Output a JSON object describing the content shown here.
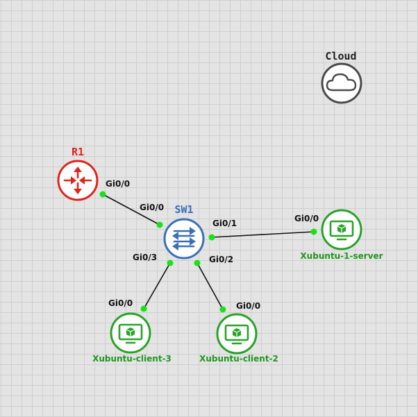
{
  "colors": {
    "router": "#e0241b",
    "switch": "#3a6fb8",
    "host": "#27a327",
    "cloud": "#4a4a4a",
    "port_dot": "#17e317",
    "link": "#111111"
  },
  "nodes": {
    "r1": {
      "name": "R1",
      "icon": "router-icon"
    },
    "sw1": {
      "name": "SW1",
      "icon": "switch-icon"
    },
    "cloud": {
      "name": "Cloud",
      "icon": "cloud-icon"
    },
    "server": {
      "name": "Xubuntu-1-server",
      "icon": "monitor-icon"
    },
    "client3": {
      "name": "Xubuntu-client-3",
      "icon": "monitor-icon"
    },
    "client2": {
      "name": "Xubuntu-client-2",
      "icon": "monitor-icon"
    }
  },
  "links": [
    {
      "id": "r1-sw1",
      "a_port": "Gi0/0",
      "b_port": "Gi0/0"
    },
    {
      "id": "sw1-server",
      "a_port": "Gi0/1",
      "b_port": "Gi0/0"
    },
    {
      "id": "sw1-client3",
      "a_port": "Gi0/3",
      "b_port": "Gi0/0"
    },
    {
      "id": "sw1-client2",
      "a_port": "Gi0/2",
      "b_port": "Gi0/0"
    }
  ]
}
